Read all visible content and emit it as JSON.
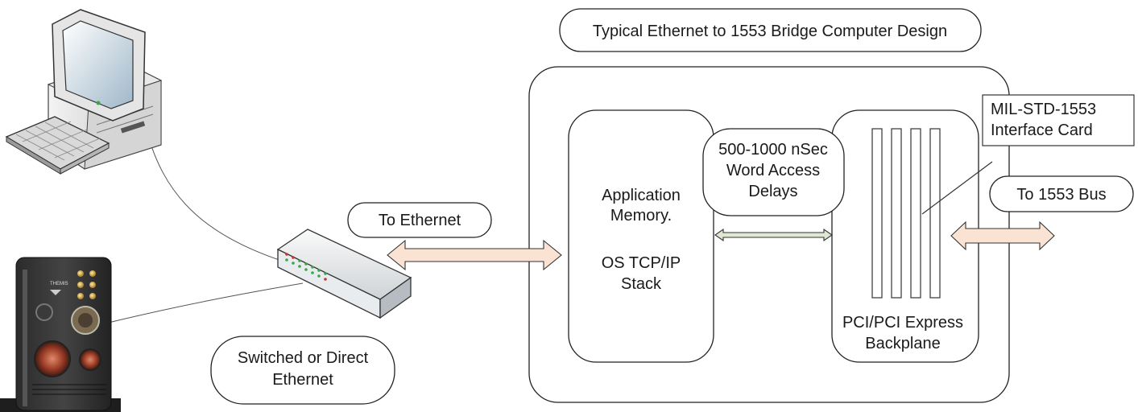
{
  "title": "Typical Ethernet to 1553 Bridge Computer Design",
  "labels": {
    "to_ethernet": "To Ethernet",
    "switched_line1": "Switched or Direct",
    "switched_line2": "Ethernet",
    "app_line1": "Application",
    "app_line2": "Memory.",
    "app_line3": "OS TCP/IP",
    "app_line4": "Stack",
    "delay_line1": "500-1000 nSec",
    "delay_line2": "Word Access",
    "delay_line3": "Delays",
    "mil_line1": "MIL-STD-1553",
    "mil_line2": "Interface Card",
    "to_1553": "To 1553 Bus",
    "backplane_line1": "PCI/PCI Express",
    "backplane_line2": "Backplane",
    "device_brand": "THEMIS"
  },
  "icons": {
    "computer": "desktop-computer-icon",
    "switch": "network-switch-icon",
    "device": "rugged-computer-icon"
  },
  "colors": {
    "ethernet_arrow_fill": "#fbe3d3",
    "internal_arrow_fill": "#dfe8d2",
    "bus_arrow_fill": "#fbe3d3",
    "switch_led_green": "#3aa64a",
    "switch_led_red": "#c0392b"
  }
}
